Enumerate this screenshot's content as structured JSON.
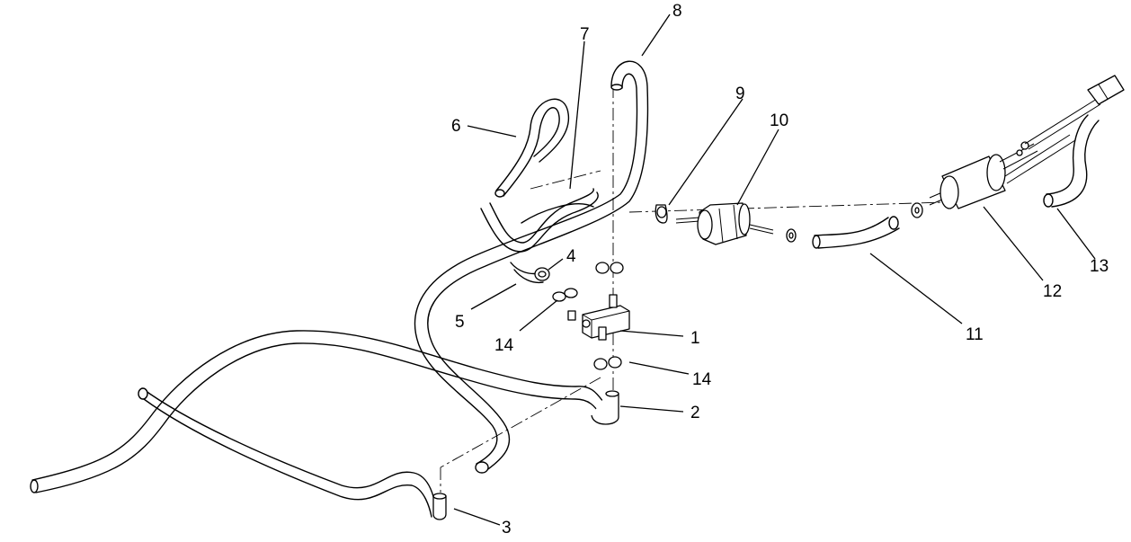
{
  "callouts": [
    {
      "id": "1",
      "label": "1"
    },
    {
      "id": "2",
      "label": "2"
    },
    {
      "id": "3",
      "label": "3"
    },
    {
      "id": "4",
      "label": "4"
    },
    {
      "id": "5",
      "label": "5"
    },
    {
      "id": "6",
      "label": "6"
    },
    {
      "id": "7",
      "label": "7"
    },
    {
      "id": "8",
      "label": "8"
    },
    {
      "id": "9",
      "label": "9"
    },
    {
      "id": "10",
      "label": "10"
    },
    {
      "id": "11",
      "label": "11"
    },
    {
      "id": "12",
      "label": "12"
    },
    {
      "id": "13",
      "label": "13"
    },
    {
      "id": "14a",
      "label": "14"
    },
    {
      "id": "14b",
      "label": "14"
    }
  ]
}
